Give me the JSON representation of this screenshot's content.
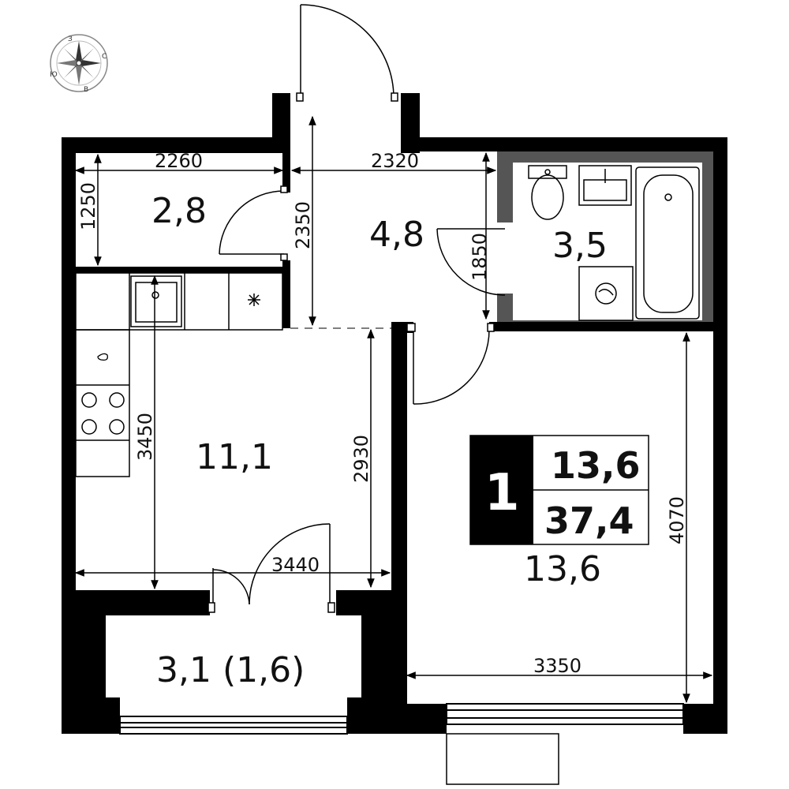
{
  "rooms": {
    "storage": "2,8",
    "hall": "4,8",
    "bathroom": "3,5",
    "kitchen_living": "11,1",
    "bedroom": "13,6",
    "balcony": "3,1 (1,6)"
  },
  "dimensions": {
    "storage_width": "2260",
    "storage_depth": "1250",
    "hall_width": "2320",
    "hall_depth": "2350",
    "bath_door": "1850",
    "kitchen_depth": "3450",
    "living_depth": "2930",
    "kitchen_width": "3440",
    "bedroom_depth": "4070",
    "bedroom_width": "3350"
  },
  "summary": {
    "rooms_count": "1",
    "living_area": "13,6",
    "total_area": "37,4"
  },
  "compass": {
    "north": "С",
    "south": "Ю",
    "west": "З",
    "east": "В"
  },
  "colors": {
    "wall": "#000000",
    "bathroom_wall": "#555555"
  }
}
